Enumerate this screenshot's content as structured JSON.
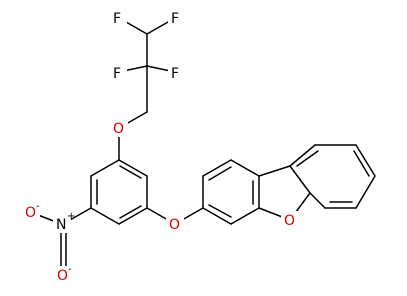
{
  "colors": {
    "bond": "#000000",
    "oxygen": "#d40000",
    "background": "#ffffff"
  },
  "labels": {
    "f_top_left": "F",
    "f_top_right": "F",
    "f_mid_left": "F",
    "f_mid_right": "F",
    "o_ether_top": "O",
    "o_ether_mid": "O",
    "o_furan": "O",
    "n_nitro": "N",
    "n_nitro_charge": "+",
    "o_nitro_bottom": "O",
    "o_nitro_bottom_charge": "-",
    "o_nitro_left": "O",
    "o_nitro_left_charge": "-"
  }
}
